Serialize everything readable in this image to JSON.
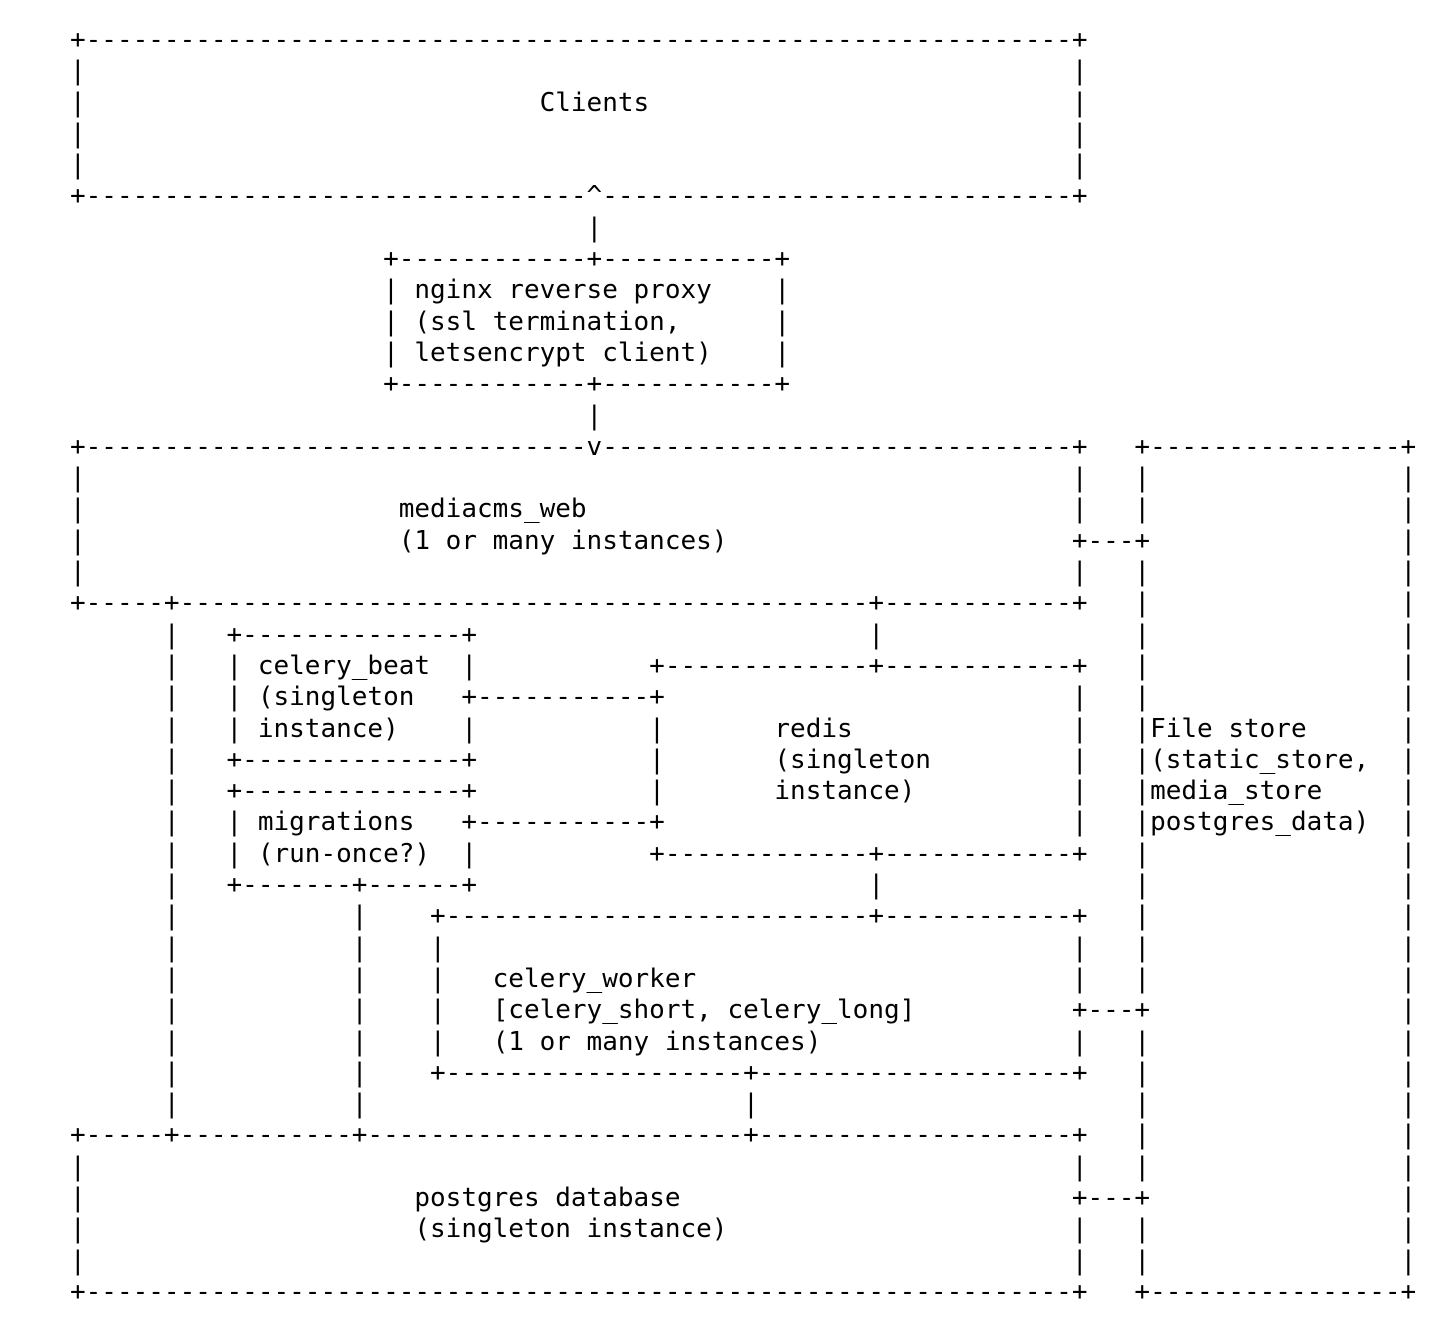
{
  "diagram": {
    "type": "ascii-architecture",
    "colors": {
      "background": "#ffffff",
      "text": "#000000"
    },
    "nodes": [
      {
        "id": "clients",
        "label": "Clients"
      },
      {
        "id": "nginx",
        "label": "nginx reverse proxy (ssl termination, letsencrypt client)"
      },
      {
        "id": "mediacms_web",
        "label": "mediacms_web (1 or many instances)"
      },
      {
        "id": "celery_beat",
        "label": "celery_beat (singleton instance)"
      },
      {
        "id": "migrations",
        "label": "migrations (run-once?)"
      },
      {
        "id": "redis",
        "label": "redis (singleton instance)"
      },
      {
        "id": "celery_worker",
        "label": "celery_worker [celery_short, celery_long] (1 or many instances)"
      },
      {
        "id": "postgres",
        "label": "postgres database (singleton instance)"
      },
      {
        "id": "file_store",
        "label": "File store (static_store, media_store postgres_data)"
      }
    ],
    "lines": [
      "+---------------------------------------------------------------+",
      "|                                                               |",
      "|                             Clients                           |",
      "|                                                               |",
      "|                                                               |",
      "+--------------------------------^------------------------------+",
      "                                 |",
      "                    +------------+-----------+",
      "                    | nginx reverse proxy    |",
      "                    | (ssl termination,      |",
      "                    | letsencrypt client)    |",
      "                    +------------+-----------+",
      "                                 |",
      "+--------------------------------v------------------------------+   +----------------+",
      "|                                                               |   |                |",
      "|                    mediacms_web                               |   |                |",
      "|                    (1 or many instances)                      +---+                |",
      "|                                                               |   |                |",
      "+-----+--------------------------------------------+------------+   |                |",
      "      |   +--------------+                         |                |                |",
      "      |   | celery_beat  |           +-------------+------------+   |                |",
      "      |   | (singleton   +-----------+                          |   |                |",
      "      |   | instance)    |           |       redis              |   |File store      |",
      "      |   +--------------+           |       (singleton         |   |(static_store,  |",
      "      |   +--------------+           |       instance)          |   |media_store     |",
      "      |   | migrations   +-----------+                          |   |postgres_data)  |",
      "      |   | (run-once?)  |           +-------------+------------+   |                |",
      "      |   +-------+------+                         |                |                |",
      "      |           |    +---------------------------+------------+   |                |",
      "      |           |    |                                        |   |                |",
      "      |           |    |   celery_worker                        |   |                |",
      "      |           |    |   [celery_short, celery_long]          +---+                |",
      "      |           |    |   (1 or many instances)                |   |                |",
      "      |           |    +-------------------+--------------------+   |                |",
      "      |           |                        |                        |                |",
      "+-----+-----------+------------------------+--------------------+   |                |",
      "|                                                               |   |                |",
      "|                     postgres database                         +---+                |",
      "|                     (singleton instance)                      |   |                |",
      "|                                                               |   |                |",
      "+---------------------------------------------------------------+   +----------------+"
    ]
  }
}
